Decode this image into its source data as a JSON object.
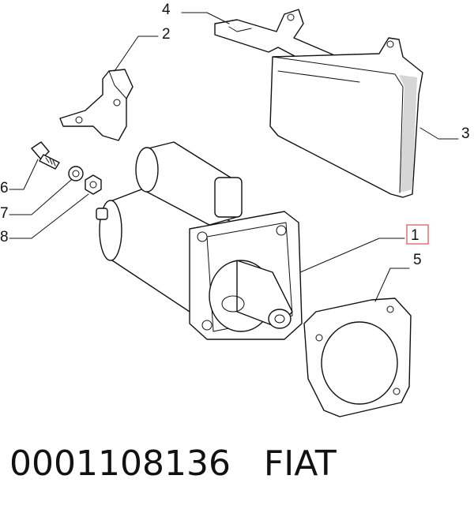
{
  "callouts": [
    {
      "id": "1",
      "label": "1",
      "highlighted": true
    },
    {
      "id": "2",
      "label": "2"
    },
    {
      "id": "3",
      "label": "3"
    },
    {
      "id": "4",
      "label": "4"
    },
    {
      "id": "5",
      "label": "5"
    },
    {
      "id": "6",
      "label": "6"
    },
    {
      "id": "7",
      "label": "7"
    },
    {
      "id": "8",
      "label": "8"
    }
  ],
  "caption": {
    "part_number": "0001108136",
    "brand": "FIAT"
  },
  "colors": {
    "highlight_box": "#e0707a",
    "line": "#111111",
    "shade": "#d6d6d6"
  }
}
